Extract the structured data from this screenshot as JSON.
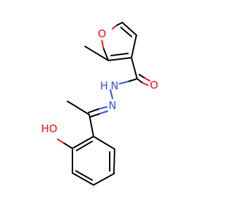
{
  "molecule": {
    "atoms": {
      "furan_oxygen": "O",
      "carbonyl_oxygen": "O",
      "amide_nitrogen": "N",
      "amide_hydrogen": "H",
      "imine_nitrogen": "N",
      "hydroxyl": "HO"
    },
    "colors": {
      "oxygen": "#ff0d0d",
      "nitrogen": "#3050f8",
      "bond": "#000000",
      "background": "#ffffff"
    }
  }
}
